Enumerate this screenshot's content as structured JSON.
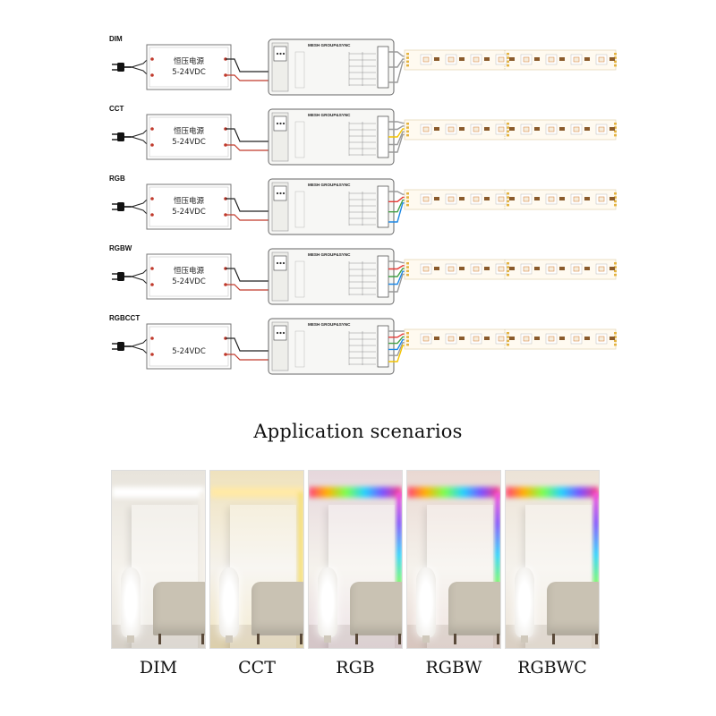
{
  "wiring_rows": [
    {
      "label": "DIM",
      "channels": 1,
      "wire_colors": [
        "#ffffff",
        "#ffffff",
        "#ffffff"
      ],
      "psu_text": "恒压电源",
      "voltage": "5-24VDC"
    },
    {
      "label": "CCT",
      "channels": 2,
      "wire_colors": [
        "#ffffff",
        "#ffffff",
        "#f4c400",
        "#ffffff",
        "#ffffff"
      ],
      "psu_text": "恒压电源",
      "voltage": "5-24VDC"
    },
    {
      "label": "RGB",
      "channels": 3,
      "wire_colors": [
        "#ffffff",
        "#e53935",
        "#43a047",
        "#1e88e5"
      ],
      "psu_text": "恒压电源",
      "voltage": "5-24VDC"
    },
    {
      "label": "RGBW",
      "channels": 4,
      "wire_colors": [
        "#ffffff",
        "#e53935",
        "#43a047",
        "#1e88e5",
        "#ffffff"
      ],
      "psu_text": "恒压电源",
      "voltage": "5-24VDC"
    },
    {
      "label": "RGBCCT",
      "channels": 5,
      "wire_colors": [
        "#ffffff",
        "#e53935",
        "#43a047",
        "#1e88e5",
        "#ffffff",
        "#f4c400"
      ],
      "psu_text": "",
      "voltage": "5-24VDC"
    }
  ],
  "controller_label": "MESH GROUP&SYNC",
  "heading": "Application scenarios",
  "scenarios": [
    {
      "caption": "DIM",
      "wall": "#e8e4dc",
      "glow": "#ffffff",
      "accent": "#f3efe8"
    },
    {
      "caption": "CCT",
      "wall": "#efe2bd",
      "glow": "#ffe9a6",
      "accent": "#f6e07a"
    },
    {
      "caption": "RGB",
      "wall": "#e6d7dc",
      "glow": "rainbow",
      "accent": "#ff6ec7"
    },
    {
      "caption": "RGBW",
      "wall": "#e9d8d2",
      "glow": "rainbow",
      "accent": "#ffd0d0"
    },
    {
      "caption": "RGBWC",
      "wall": "#ece3d7",
      "glow": "rainbow",
      "accent": "#ffe27a"
    }
  ],
  "colors": {
    "line": "#222222",
    "strip": "#fffaf0",
    "strip_edge": "#e7d9b9",
    "chip": "#d98c4a",
    "solder": "#e4b340"
  }
}
